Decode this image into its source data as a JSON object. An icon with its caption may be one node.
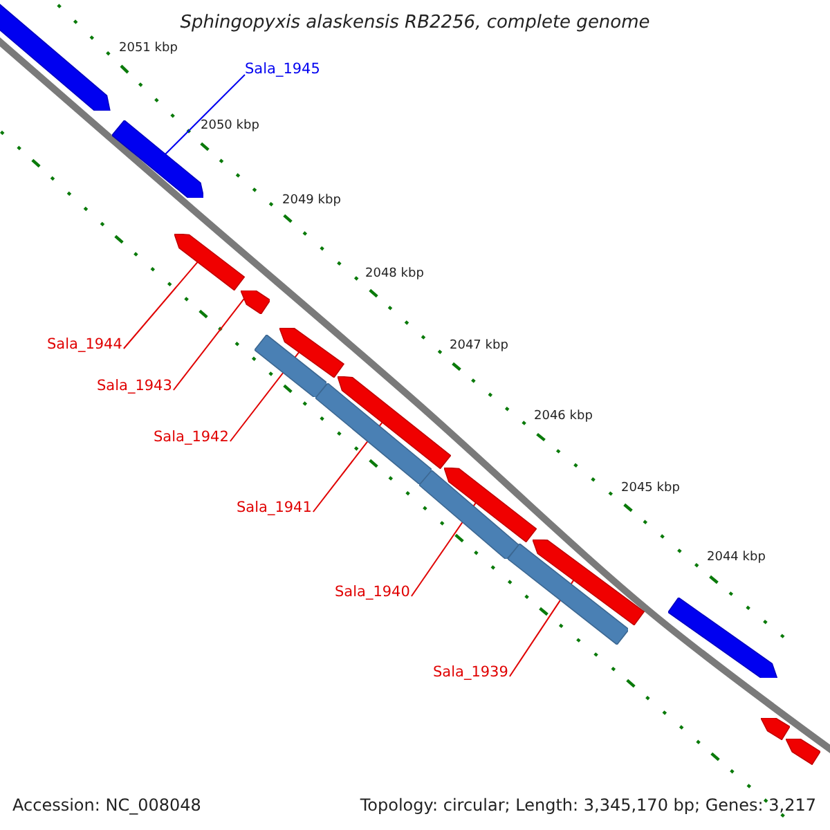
{
  "diagram": {
    "title": "Sphingopyxis alaskensis RB2256, complete genome",
    "nodes": [
      {
        "text": [],
        "shape": "arrow"
      },
      {
        "text": [],
        "shape": "arrow"
      },
      {
        "text": [
          "Sala_1945"
        ]
      },
      {
        "text": [],
        "shape": "arrow"
      },
      {
        "text": [],
        "shape": "arrow"
      },
      {
        "text": [
          "Sala_1944"
        ]
      },
      {
        "text": [
          "Sala_1943"
        ]
      },
      {
        "text": [],
        "shape": "arrow"
      },
      {
        "text": [],
        "shape": "bar"
      },
      {
        "text": [],
        "shape": "bar"
      },
      {
        "text": [],
        "shape": "bar"
      },
      {
        "text": [],
        "shape": "bar"
      },
      {
        "text": [
          "Sala_1942"
        ]
      },
      {
        "text": [],
        "shape": "arrow"
      },
      {
        "text": [
          "Sala_1941"
        ]
      },
      {
        "text": [],
        "shape": "arrow"
      },
      {
        "text": [
          "Sala_1940"
        ]
      },
      {
        "text": [],
        "shape": "arrow"
      },
      {
        "text": [
          "Sala_1939"
        ]
      },
      {
        "text": [],
        "shape": "arrow"
      },
      {
        "text": [],
        "shape": "arrow"
      },
      {
        "text": [],
        "shape": "arrow"
      }
    ],
    "edges": [
      {
        "from": 2,
        "to": 1,
        "arrow": "none",
        "color": "#0000f0"
      },
      {
        "from": 5,
        "to": 3,
        "arrow": "none"
      },
      {
        "from": 6,
        "to": 4,
        "arrow": "none"
      },
      {
        "from": 12,
        "to": 7,
        "arrow": "none"
      },
      {
        "from": 14,
        "to": 13,
        "arrow": "none"
      },
      {
        "from": 16,
        "to": 15,
        "arrow": "none"
      },
      {
        "from": 18,
        "to": 17,
        "arrow": "none"
      }
    ],
    "labels": [
      "2051 kbp",
      "2050 kbp",
      "2049 kbp",
      "2048 kbp",
      "2047 kbp",
      "2046 kbp",
      "2045 kbp",
      "2044 kbp",
      "Accession: NC_008048",
      "Topology: circular; Length: 3,345,170 bp; Genes: 3,217"
    ]
  }
}
